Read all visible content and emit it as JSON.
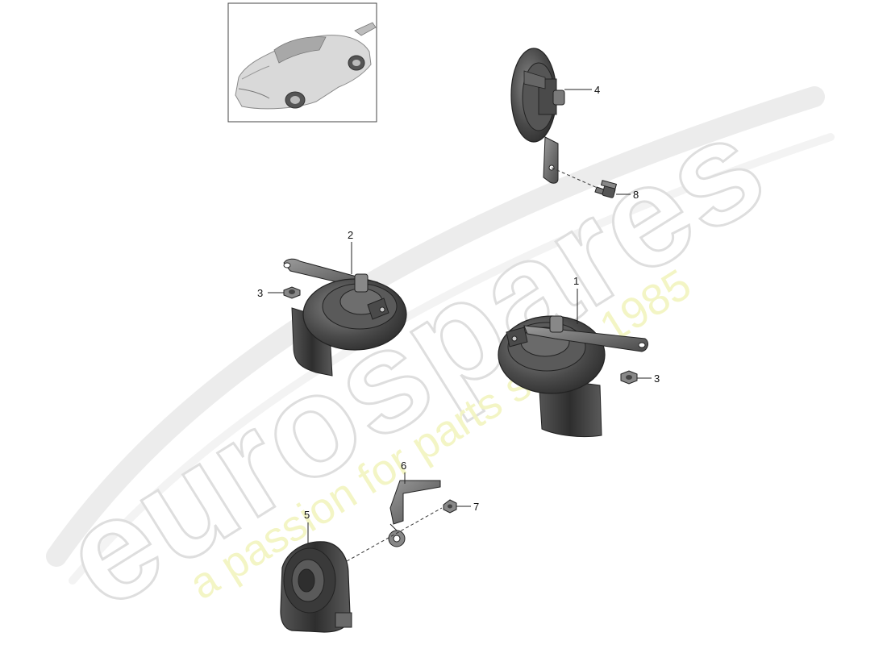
{
  "diagram": {
    "callouts": {
      "p1": "1",
      "p2": "2",
      "p3_left": "3",
      "p3_right": "3",
      "p4": "4",
      "p5": "5",
      "p6": "6",
      "p7": "7",
      "p8": "8"
    }
  },
  "watermark": {
    "brand": "eurospares",
    "tagline": "a passion for parts since 1985"
  },
  "colors": {
    "watermark_brand": "#e6e6e6",
    "watermark_tagline": "#f1f3b8",
    "part_dark": "#3a3a3a",
    "part_mid": "#6a6a6a",
    "part_light": "#9c9c9c"
  }
}
